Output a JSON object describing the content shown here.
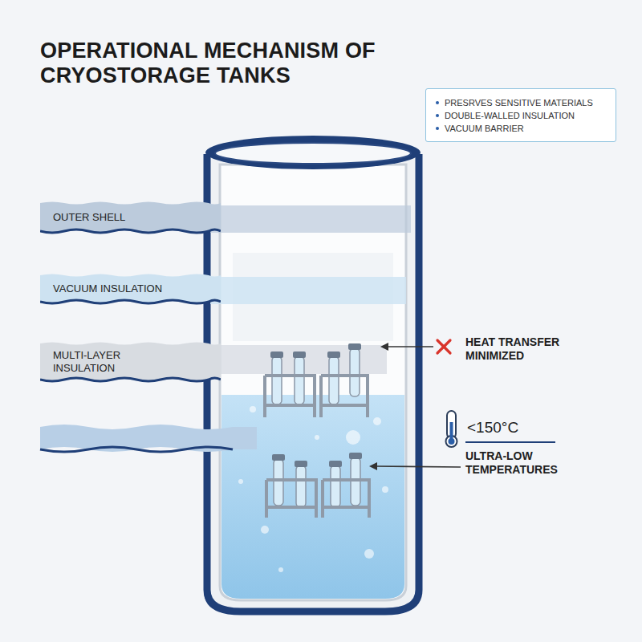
{
  "diagram": {
    "title": "OPERATIONAL MECHANISM OF CRYOSTORAGE TANKS",
    "nodes": [
      {
        "text": [
          "PRESRVES SENSITIVE MATERIALS",
          "DOUBLE-WALLED INSULATION",
          "VACUUM BARRIER"
        ]
      },
      {
        "text": [
          "OUTER SHELL"
        ]
      },
      {
        "text": [
          "VACUUM INSULATION"
        ]
      },
      {
        "text": [
          "MULTI-LAYER INSULATION"
        ]
      }
    ],
    "labels": [
      "HEAT TRANSFER MINIMIZED",
      "<150°C",
      "ULTRA-LOW TEMPERATURES"
    ]
  }
}
